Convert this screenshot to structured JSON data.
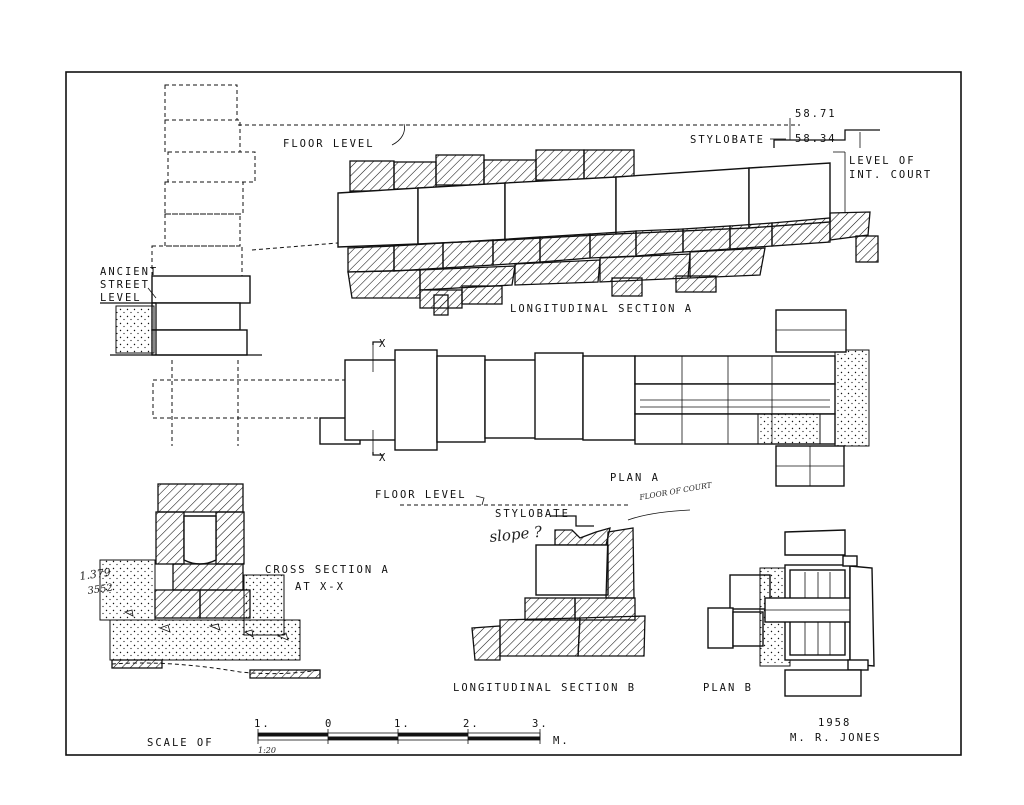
{
  "labels": {
    "floor_level_top": "FLOOR LEVEL",
    "stylobate_top": "STYLOBATE",
    "elev_upper": "58.71",
    "elev_lower": "58.34",
    "level_of_1": "LEVEL OF",
    "level_of_2": "INT. COURT",
    "ancient_1": "ANCIENT",
    "ancient_2": "STREET",
    "ancient_3": "LEVEL",
    "long_sec_a": "LONGITUDINAL SECTION A",
    "section_mark_top": "X",
    "section_mark_bottom": "X",
    "plan_a": "PLAN A",
    "floor_level_b": "FLOOR LEVEL",
    "stylobate_b": "STYLOBATE",
    "slope_note": "slope ?",
    "floor_court_note": "FLOOR OF COURT",
    "cross_sec_1": "CROSS SECTION A",
    "cross_sec_2": "AT X-X",
    "hand_num_1": "1.379",
    "hand_num_2": "3552",
    "long_sec_b": "LONGITUDINAL SECTION B",
    "plan_b": "PLAN B",
    "scale_of": "SCALE OF",
    "scale_unit": "M.",
    "scale_ratio": "1:20",
    "scale_ticks": [
      "1.",
      "0",
      "1.",
      "2.",
      "3."
    ],
    "year": "1958",
    "author": "M. R. JONES"
  },
  "colors": {
    "ink": "#111111",
    "paper": "#ffffff"
  }
}
